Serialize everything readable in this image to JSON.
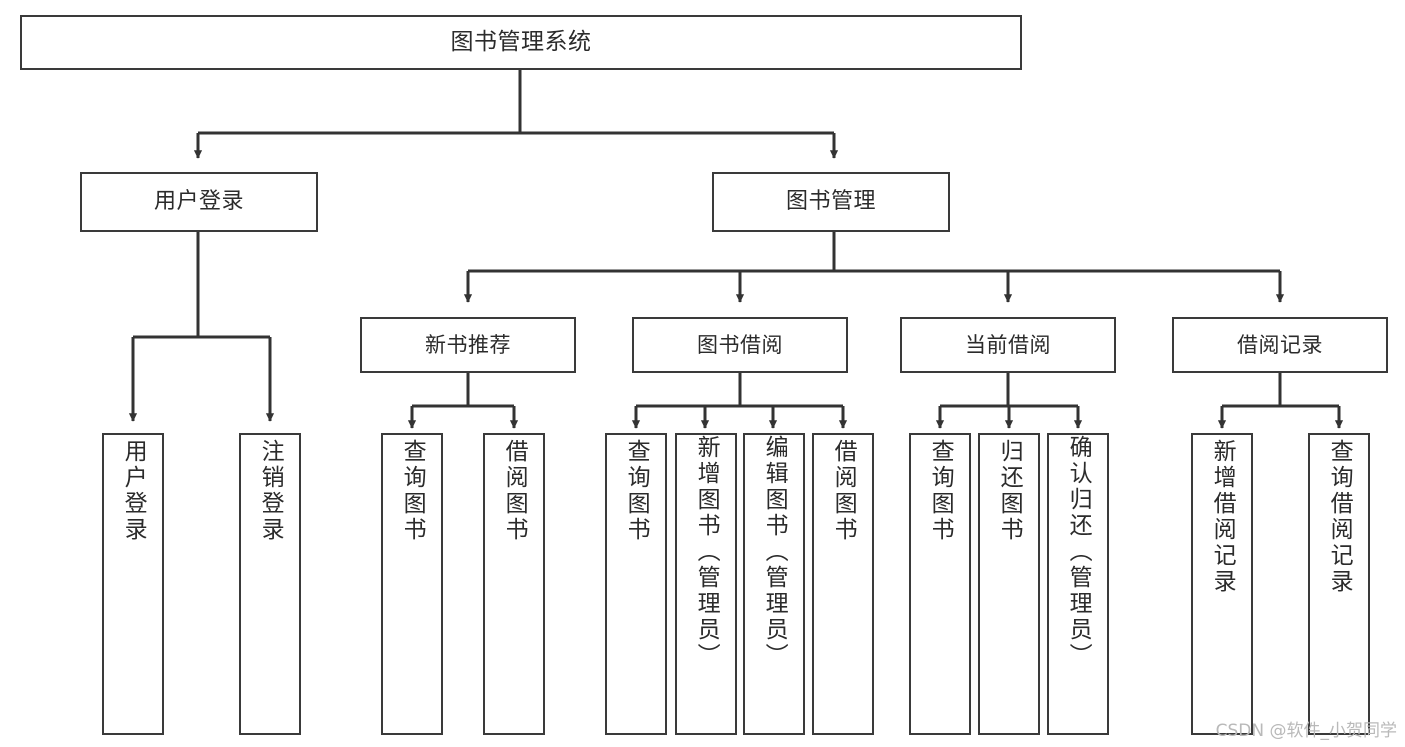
{
  "diagram": {
    "title": "图书管理系统",
    "type": "tree",
    "watermark": "CSDN @软件_小贺同学",
    "colors": {
      "box_border": "#3a3a3a",
      "box_fill": "#ffffff",
      "text": "#2b2b2b",
      "edge": "#333333",
      "background": "#ffffff",
      "watermark": "#b9b9b9"
    },
    "levels": {
      "root": "图书管理系统",
      "level1": [
        "用户登录",
        "图书管理"
      ],
      "level2": [
        "新书推荐",
        "图书借阅",
        "当前借阅",
        "借阅记录"
      ]
    },
    "nodes": {
      "root": {
        "label": "图书管理系统"
      },
      "user_login": {
        "label": "用户登录"
      },
      "book_manage": {
        "label": "图书管理"
      },
      "new_book_rec": {
        "label": "新书推荐"
      },
      "book_borrow": {
        "label": "图书借阅"
      },
      "current_borrow": {
        "label": "当前借阅"
      },
      "borrow_record": {
        "label": "借阅记录"
      },
      "leaf_user_login": {
        "label": "用户登录"
      },
      "leaf_user_logout": {
        "label": "注销登录"
      },
      "leaf_query_book_a": {
        "label": "查询图书"
      },
      "leaf_borrow_book_a": {
        "label": "借阅图书"
      },
      "leaf_query_book_b": {
        "label": "查询图书"
      },
      "leaf_add_book": {
        "label": "新增图书（管理员）"
      },
      "leaf_edit_book": {
        "label": "编辑图书（管理员）"
      },
      "leaf_borrow_book_b": {
        "label": "借阅图书"
      },
      "leaf_query_book_c": {
        "label": "查询图书"
      },
      "leaf_return_book": {
        "label": "归还图书"
      },
      "leaf_confirm_return": {
        "label": "确认归还（管理员）"
      },
      "leaf_add_record": {
        "label": "新增借阅记录"
      },
      "leaf_query_record": {
        "label": "查询借阅记录"
      }
    }
  }
}
